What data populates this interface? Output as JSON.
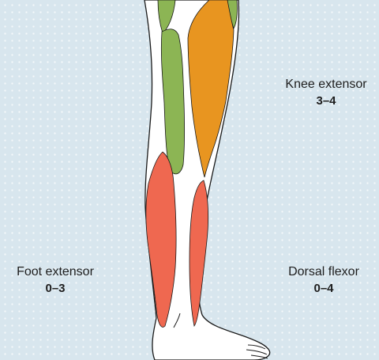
{
  "labels": {
    "knee_extensor": {
      "name": "Knee extensor",
      "range": "3–4"
    },
    "foot_extensor": {
      "name": "Foot extensor",
      "range": "0–3"
    },
    "dorsal_flexor": {
      "name": "Dorsal flexor",
      "range": "0–4"
    }
  },
  "colors": {
    "background": "#d8e6ee",
    "skin": "#ffffff",
    "outline": "#1a1a1a",
    "muscle_green": "#8cb554",
    "muscle_orange": "#e89520",
    "muscle_red": "#ef6850"
  }
}
